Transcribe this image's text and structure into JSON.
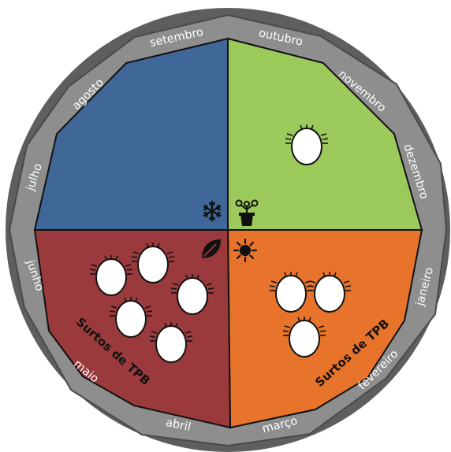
{
  "months": [
    {
      "label": "setembro"
    },
    {
      "label": "outubro"
    },
    {
      "label": "novembro"
    },
    {
      "label": "dezembro"
    },
    {
      "label": "janeiro"
    },
    {
      "label": "fevereiro"
    },
    {
      "label": "março"
    },
    {
      "label": "abril"
    },
    {
      "label": "maio"
    },
    {
      "label": "junho"
    },
    {
      "label": "julho"
    },
    {
      "label": "agosto"
    }
  ],
  "quadrants": {
    "winter": {
      "color": "#3f6797",
      "icon": "snowflake-icon"
    },
    "spring": {
      "color": "#9bc95a",
      "icon": "potted-plant-icon"
    },
    "summer": {
      "color": "#e7742a",
      "icon": "sun-icon"
    },
    "autumn": {
      "color": "#9b3a3d",
      "icon": "leaf-icon"
    }
  },
  "colors": {
    "outer_ring": "#5e5e5e",
    "month_band": "#8e8e8e",
    "outline": "#111111",
    "mite_body": "#ffffff"
  },
  "outbreaks": {
    "autumn_label": "Surtos de TPB",
    "summer_label": "Surtos de TPB"
  },
  "mites": {
    "spring": 1,
    "summer": 3,
    "autumn": 5
  }
}
